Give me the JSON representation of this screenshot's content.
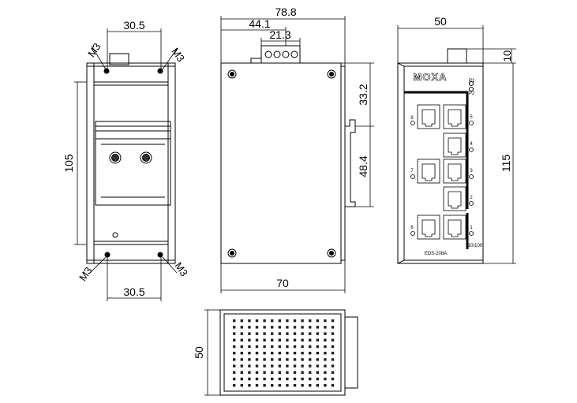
{
  "dimensions": {
    "side_top_hole_spacing": "30.5",
    "side_bottom_hole_spacing": "30.5",
    "side_height": "105",
    "screw_label_tl": "M3",
    "screw_label_tr": "M3",
    "screw_label_bl": "M3",
    "screw_label_br": "M3",
    "front_overall_width": "78.8",
    "front_connector_offset": "44.1",
    "front_connector_width": "21.3",
    "front_din_top_offset": "33.2",
    "front_din_height": "48.4",
    "front_body_width": "70",
    "panel_width": "50",
    "panel_connector_height": "10",
    "panel_height": "115",
    "bottom_depth": "50"
  },
  "panel": {
    "brand": "MOXA",
    "led_p1": "P1",
    "led_p2": "P2",
    "model": "EDS-208A",
    "speed_label": "10/100",
    "port_numbers": [
      "8",
      "5",
      "4",
      "7",
      "3",
      "2",
      "6",
      "1"
    ]
  }
}
